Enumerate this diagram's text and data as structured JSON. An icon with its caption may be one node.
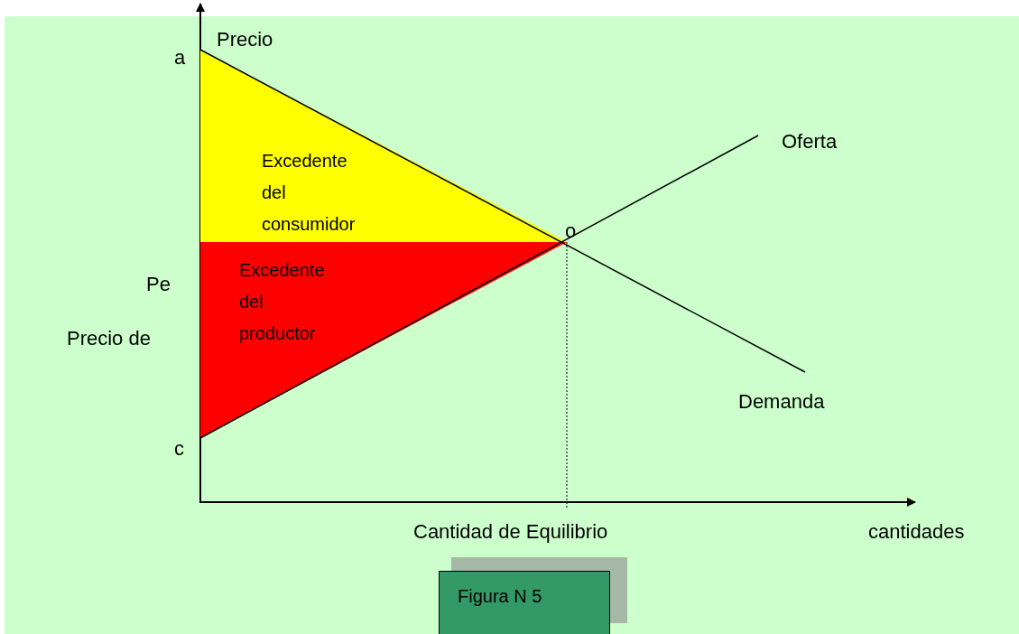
{
  "diagram": {
    "caption": "Figura N 5",
    "nodes": [
      {
        "text": [
          "Excedente del consumidor"
        ]
      },
      {
        "text": [
          "Excedente del productor"
        ]
      }
    ],
    "labels": [
      "Precio",
      "a",
      "Oferta",
      "o",
      "Pe",
      "Precio de",
      "Demanda",
      "c",
      "Cantidad de Equilibrio",
      "cantidades"
    ]
  }
}
